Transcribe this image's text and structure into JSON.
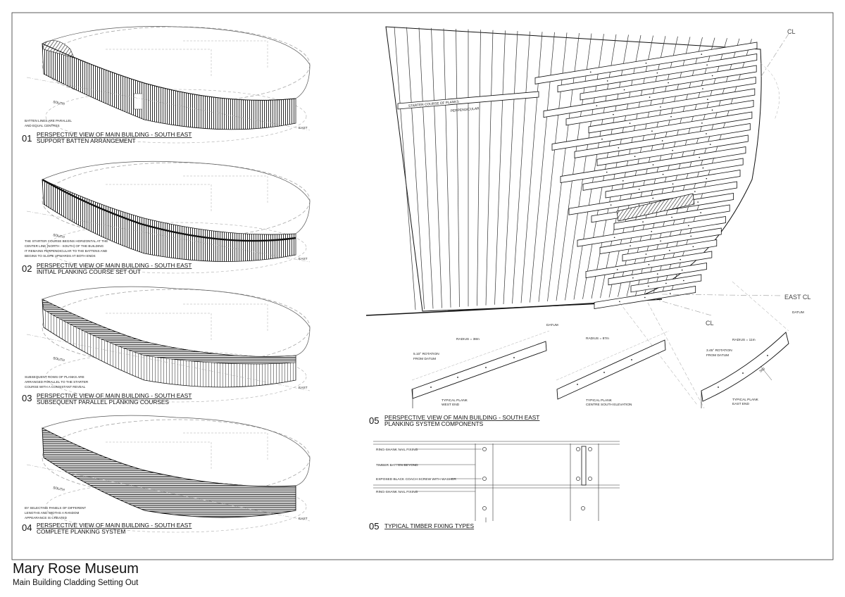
{
  "sheet": {
    "title": "Mary Rose Museum",
    "subtitle": "Main Building Cladding Setting Out"
  },
  "views": [
    {
      "number": "01",
      "title": "PERSPECTIVE VIEW OF MAIN BUILDING - SOUTH EAST",
      "subtitle": "SUPPORT BATTEN ARRANGEMENT",
      "note": [
        "BATTEN LINES ARE PARALLEL",
        "AND EQUAL CENTRES"
      ],
      "south_label": "SOUTH",
      "east_label": "EAST"
    },
    {
      "number": "02",
      "title": "PERSPECTIVE VIEW OF MAIN BUILDING - SOUTH EAST",
      "subtitle": "INITIAL PLANKING COURSE SET OUT",
      "note": [
        "THE STARTER COURSE BEGINS HORIZONTAL AT THE",
        "CENTER LINE (NORTH - SOUTH) OF THE BUILDING",
        "IT REMAINS PERPENDICULAR TO THE BATTENS AND",
        "BEGINS TO SLOPE UPWARDS AT BOTH ENDS"
      ],
      "south_label": "SOUTH",
      "east_label": "EAST"
    },
    {
      "number": "03",
      "title": "PERSPECTIVE VIEW OF MAIN BUILDING - SOUTH EAST",
      "subtitle": "SUBSEQUENT PARALLEL PLANKING COURSES",
      "note": [
        "SUBSEQUENT ROWS OF PLANKS ARE",
        "ARRANGED PARALLEL TO THE STARTER",
        "COURSE WITH A CONSISTANT REVEAL"
      ],
      "south_label": "SOUTH",
      "east_label": "EAST"
    },
    {
      "number": "04",
      "title": "PERSPECTIVE VIEW OF MAIN BUILDING - SOUTH EAST",
      "subtitle": "COMPLETE PLANKING SYSTEM",
      "note": [
        "BY SELECTING PANELS OF DIFFERENT",
        "LENGTHS AND WIDTHS A RANDOM",
        "APPEARANCE IS CREATED"
      ],
      "south_label": "SOUTH",
      "east_label": "EAST"
    }
  ],
  "detail_view": {
    "number": "05",
    "title": "PERSPECTIVE VIEW OF MAIN BUILDING - SOUTH EAST",
    "subtitle": "PLANKING SYSTEM COMPONENTS",
    "cl_top": "CL",
    "cl_bottom": "CL",
    "east_cl": "EAST CL",
    "starter_course_label": "STARTER COURSE OF PLANKS",
    "perpendicular_label": "PERPENDICULAR",
    "planks": [
      {
        "radius": "RADIUS = 38m",
        "rotation": [
          "5.10° ROTATION",
          "FROM DATUM"
        ],
        "datum": "DATUM",
        "caption": [
          "TYPICAL PLANK",
          "WEST END"
        ]
      },
      {
        "radius": "RADIUS = 87m",
        "rotation": [
          "",
          ""
        ],
        "datum": "",
        "caption": [
          "TYPICAL PLANK",
          "CENTRE SOUTH ELEVATION"
        ]
      },
      {
        "radius": "RADIUS = 11m",
        "rotation": [
          "3.45° ROTATION",
          "FROM DATUM"
        ],
        "datum": "DATUM",
        "caption": [
          "TYPICAL PLANK",
          "EAST END"
        ],
        "dimension": "500"
      }
    ]
  },
  "fixing_view": {
    "number": "05",
    "title": "TYPICAL TIMBER FIXING TYPES",
    "labels": [
      "RING-SHANK NAIL FIXING",
      "TIMBER BATTEN BEYOND",
      "EXPOSED BLACK COACH SCREW WITH WASHER",
      "RING-SHANK NAIL FIXING"
    ]
  }
}
